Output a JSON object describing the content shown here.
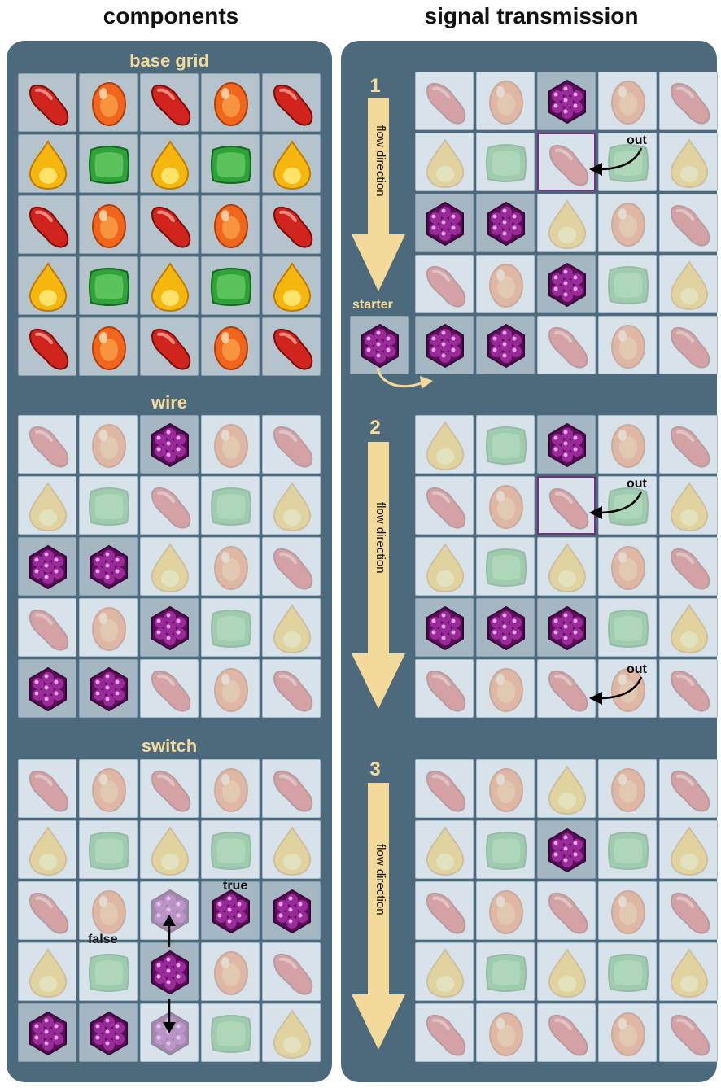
{
  "titles": {
    "components": "components",
    "signal": "signal transmission"
  },
  "sections": {
    "base_grid": "base grid",
    "wire": "wire",
    "switch": "switch"
  },
  "labels": {
    "out": "out",
    "starter": "starter",
    "flow_direction": "flow direction",
    "false": "false",
    "true": "true",
    "step1": "1",
    "step2": "2",
    "step3": "3"
  },
  "colors": {
    "panel": "#4d6a7c",
    "accent": "#f3d99a",
    "purple": "#7b2d82"
  },
  "legend": {
    "R": "red-bean-candy",
    "O": "orange-drop-candy",
    "Y": "yellow-teardrop-candy",
    "G": "green-square-candy",
    "P": "purple-cluster-candy"
  },
  "grids": {
    "base_grid": [
      "R O R O R",
      "Y G Y G Y",
      "R O R O R",
      "Y G Y G Y",
      "R O R O R"
    ],
    "wire": [
      "r o P o r",
      "y g r g y",
      "P P y o r",
      "r o P g y",
      "P P r o r"
    ],
    "switch": [
      "r o r o r",
      "y g y g y",
      "r o * P P",
      "y g P o r",
      "P P * g y"
    ],
    "step1": [
      "r o P o r",
      "y g r g y",
      "P P y o r",
      "r o P g y",
      "P P r o r"
    ],
    "step2": [
      "y g P o r",
      "r o r g y",
      "y g y o r",
      "P P P g y",
      "r o r o r"
    ],
    "step3": [
      "r o y o r",
      "y g P g y",
      "r o r o r",
      "y g y g y",
      "r o r o r"
    ]
  }
}
